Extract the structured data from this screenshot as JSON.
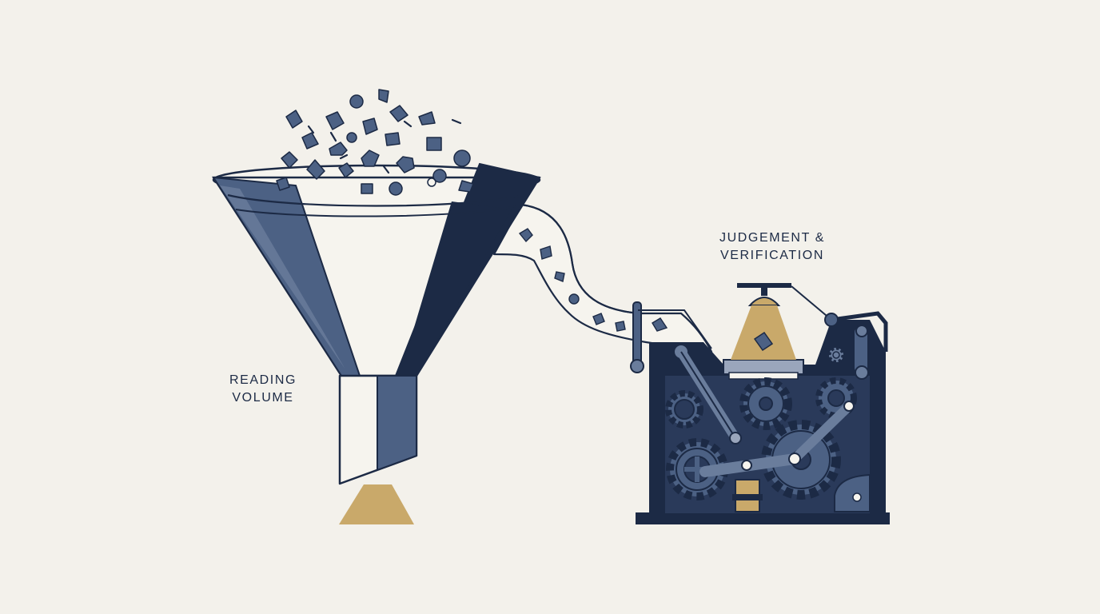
{
  "labels": {
    "reading_line1": "READING",
    "reading_line2": "VOLUME",
    "judgement_line1": "JUDGEMENT &",
    "judgement_line2": "VERIFICATION"
  },
  "colors": {
    "background": "#f3f1eb",
    "navy": "#1c2a45",
    "slate": "#4c6184",
    "light_slate": "#6a7d9c",
    "gold": "#c9a96a",
    "paper": "#f6f4ee"
  },
  "icons": [
    "funnel-icon",
    "fragment-particles",
    "gold-output-pile-icon",
    "paper-strip-icon",
    "machine-icon",
    "gear-icon",
    "lamp-icon"
  ]
}
